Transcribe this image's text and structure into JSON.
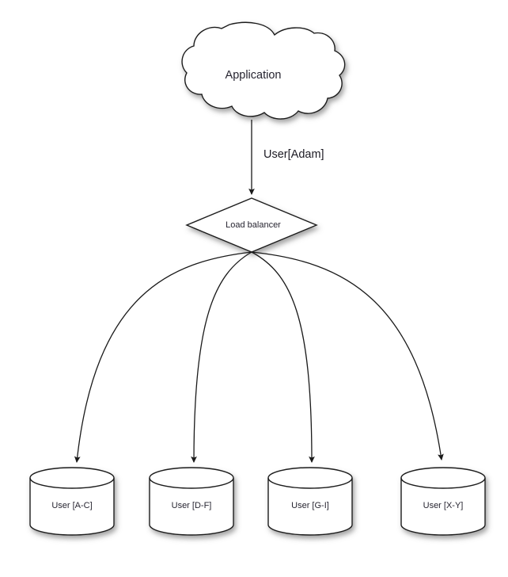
{
  "diagram": {
    "type": "architecture-flow",
    "background_color": "#ffffff",
    "stroke_color": "#1a1a1a",
    "text_color": "#262430",
    "source_node": {
      "icon": "cloud-icon",
      "label": "Application"
    },
    "edge_source_to_balancer": {
      "label": "User[Adam]",
      "direction": "down",
      "arrowhead": true
    },
    "balancer_node": {
      "icon": "diamond-icon",
      "label": "Load balancer"
    },
    "shards": [
      {
        "icon": "database-icon",
        "label": "User [A-C]"
      },
      {
        "icon": "database-icon",
        "label": "User [D-F]"
      },
      {
        "icon": "database-icon",
        "label": "User [G-I]"
      },
      {
        "icon": "database-icon",
        "label": "User [X-Y]"
      }
    ]
  }
}
